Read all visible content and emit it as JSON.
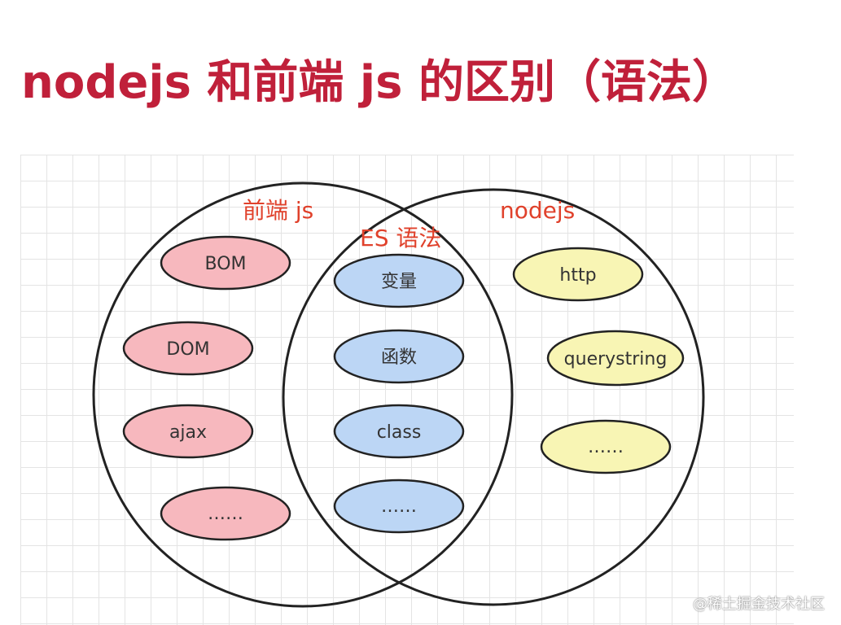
{
  "title": "nodejs 和前端 js 的区别（语法）",
  "sets": {
    "frontend": {
      "label": "前端 js"
    },
    "intersection": {
      "label": "ES 语法"
    },
    "nodejs": {
      "label": "nodejs"
    }
  },
  "frontend_items": [
    "BOM",
    "DOM",
    "ajax",
    "……"
  ],
  "shared_items": [
    "变量",
    "函数",
    "class",
    "……"
  ],
  "nodejs_items": [
    "http",
    "querystring",
    "……"
  ],
  "colors": {
    "title": "#c0203a",
    "set_label": "#e0412b",
    "frontend_fill": "#f7b8be",
    "shared_fill": "#bcd6f5",
    "nodejs_fill": "#f8f5b4",
    "outline": "#222222"
  },
  "watermark": "@稀土掘金技术社区"
}
